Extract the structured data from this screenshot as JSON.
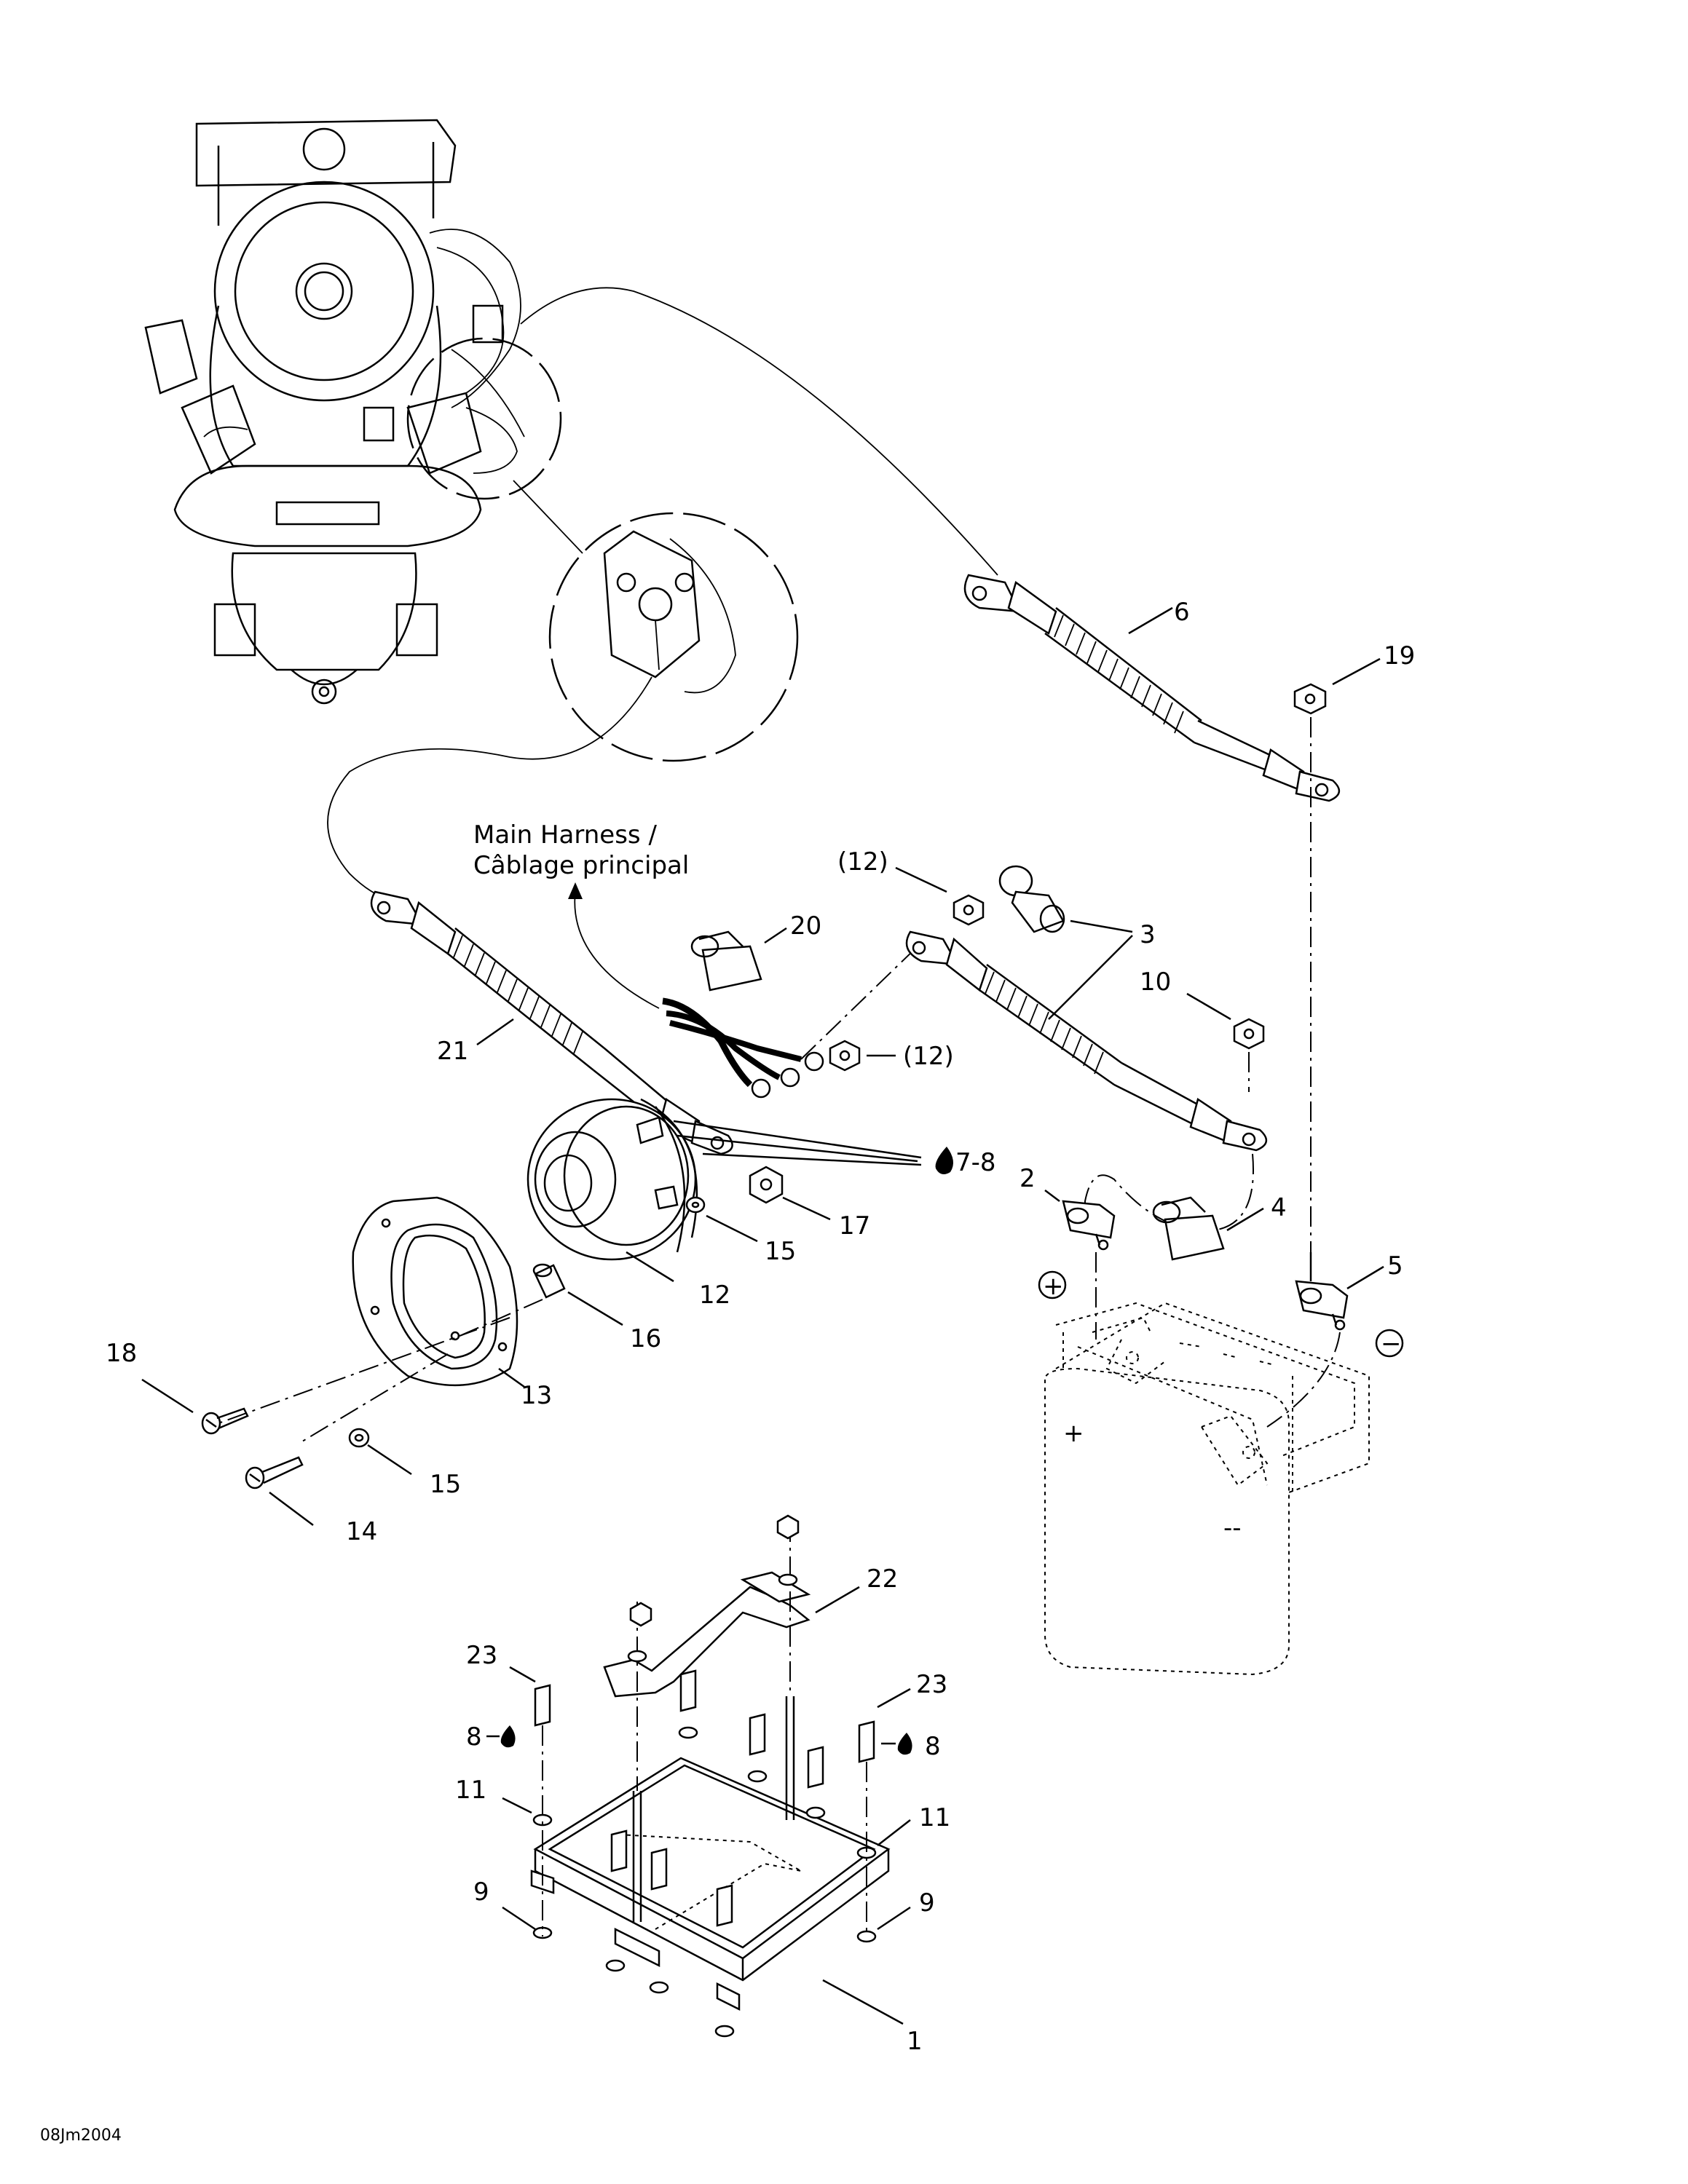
{
  "harness_label": {
    "line1": "Main Harness /",
    "line2": "Câblage principal"
  },
  "drawing_code": "08Jm2004",
  "callouts": {
    "c1": "1",
    "c2": "2",
    "c3": "3",
    "c4": "4",
    "c5": "5",
    "c6": "6",
    "c7_8": "7-8",
    "c8a": "8",
    "c8b": "8",
    "c9a": "9",
    "c9b": "9",
    "c10": "10",
    "c11a": "11",
    "c11b": "11",
    "c12": "12",
    "c12a": "(12)",
    "c12b": "(12)",
    "c13": "13",
    "c14": "14",
    "c15a": "15",
    "c15b": "15",
    "c16": "16",
    "c17": "17",
    "c18": "18",
    "c19": "19",
    "c20": "20",
    "c21": "21",
    "c22": "22",
    "c23a": "23",
    "c23b": "23"
  },
  "terminal_symbols": {
    "positive": "+",
    "negative": "−"
  },
  "icons": {
    "lubricant": "oil-drop-icon"
  }
}
